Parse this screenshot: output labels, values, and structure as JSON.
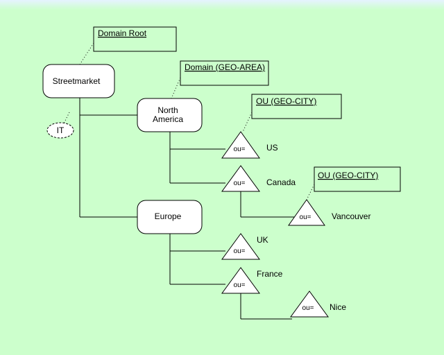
{
  "labels": {
    "domain_root": "Domain Root",
    "domain_geo_area": "Domain (GEO-AREA)",
    "ou_geo_city_1": "OU (GEO-CITY)",
    "ou_geo_city_2": "OU (GEO-CITY)"
  },
  "nodes": {
    "streetmarket": "Streetmarket",
    "north_america_line1": "North",
    "north_america_line2": "America",
    "europe": "Europe",
    "it": "IT"
  },
  "ou_prefix": "ou=",
  "ous": {
    "us": "US",
    "canada": "Canada",
    "vancouver": "Vancouver",
    "uk": "UK",
    "france": "France",
    "nice": "Nice"
  },
  "colors": {
    "background": "#ccffcc",
    "node_fill": "#ffffff",
    "line": "#000000"
  }
}
